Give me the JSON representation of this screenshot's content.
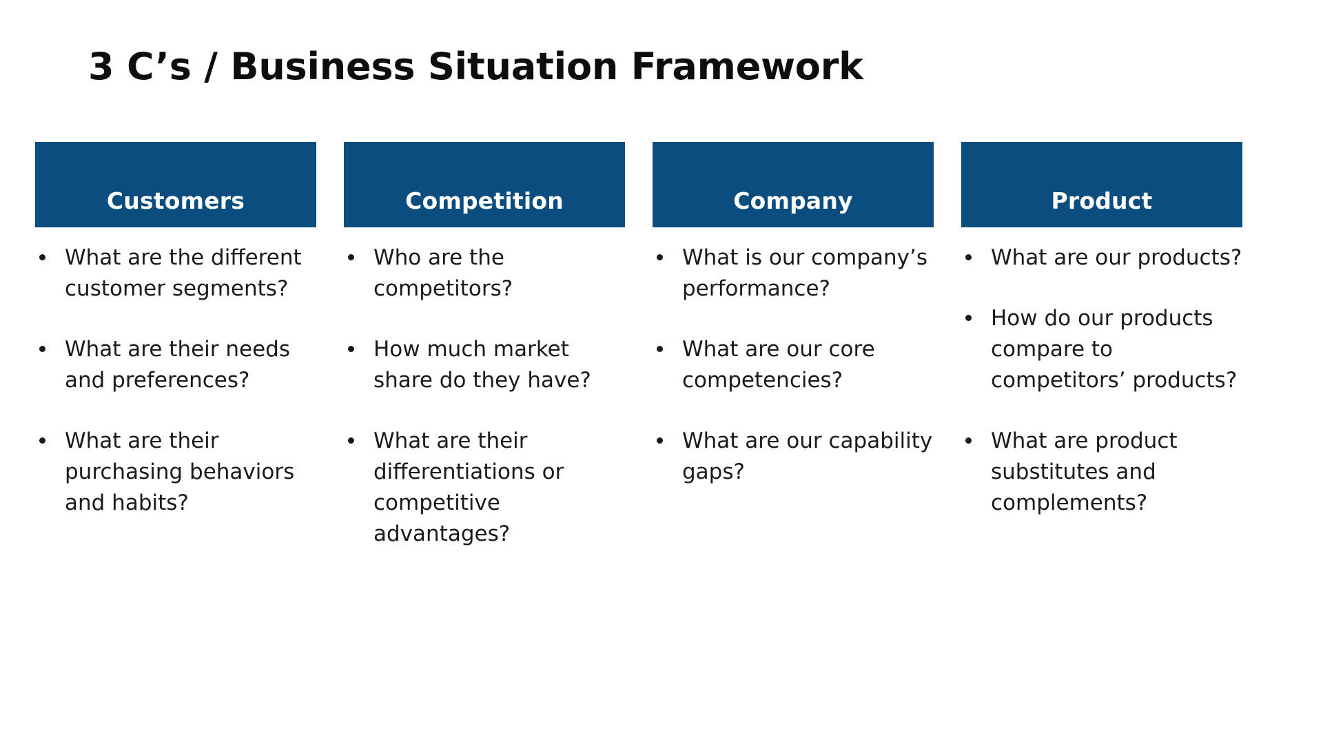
{
  "slide": {
    "title": "3 C’s / Business Situation Framework",
    "background_color": "#ffffff",
    "header_color": "#0a4d7e",
    "header_text_color": "#ffffff",
    "body_text_color": "#1a1a1a"
  },
  "columns": [
    {
      "header": "Customers",
      "bullets": [
        "What are the different customer segments?",
        "What are their needs and preferences?",
        "What are their purchasing behaviors and habits?"
      ]
    },
    {
      "header": "Competition",
      "bullets": [
        "Who are the competitors?",
        "How much market share do they have?",
        "What are their differentiations or competitive advantages?"
      ]
    },
    {
      "header": "Company",
      "bullets": [
        "What is our company’s performance?",
        "What are our core competencies?",
        "What are our capability gaps?"
      ]
    },
    {
      "header": "Product",
      "bullets": [
        "What are our products?",
        "How do our products compare to competitors’ products?",
        "What are product substitutes and complements?"
      ]
    }
  ]
}
